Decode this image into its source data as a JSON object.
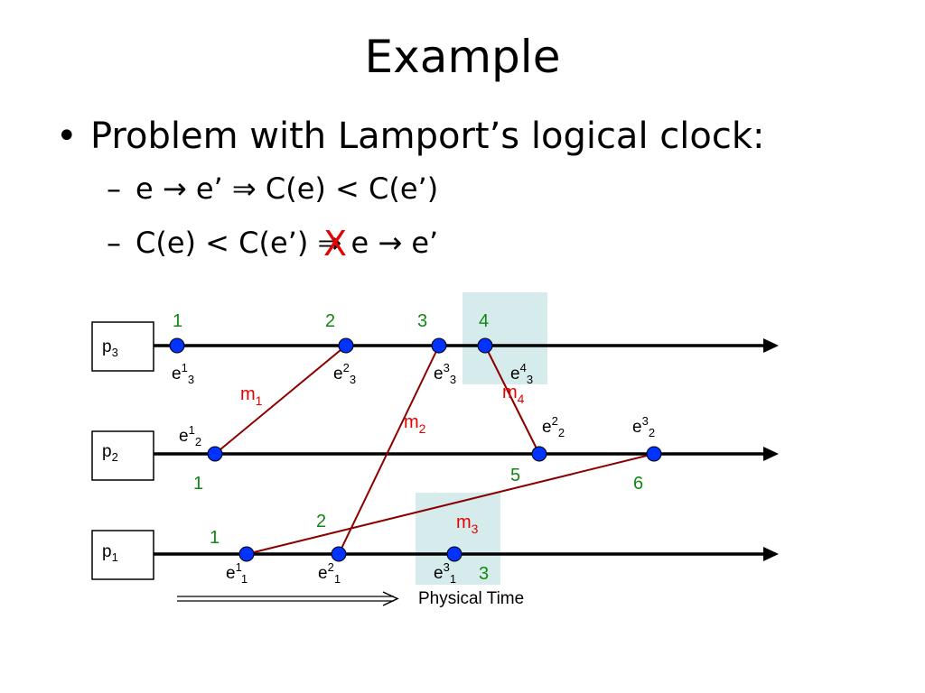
{
  "slide": {
    "title": "Example",
    "bullet": "Problem with Lamport’s logical clock:",
    "sub1": "e → e’ ⇒ C(e) < C(e’)",
    "sub2_left": "C(e) < C(e’) ⇒",
    "sub2_right": "e → e’",
    "sub2_mark": "X"
  },
  "diagram": {
    "processes": [
      {
        "id": "p3",
        "base": "p",
        "sub": "3"
      },
      {
        "id": "p2",
        "base": "p",
        "sub": "2"
      },
      {
        "id": "p1",
        "base": "p",
        "sub": "1"
      }
    ],
    "events": [
      {
        "id": "e13",
        "base": "e",
        "sup": "1",
        "sub": "3",
        "timestamp": "1"
      },
      {
        "id": "e23",
        "base": "e",
        "sup": "2",
        "sub": "3",
        "timestamp": "2"
      },
      {
        "id": "e33",
        "base": "e",
        "sup": "3",
        "sub": "3",
        "timestamp": "3"
      },
      {
        "id": "e43",
        "base": "e",
        "sup": "4",
        "sub": "3",
        "timestamp": "4"
      },
      {
        "id": "e12",
        "base": "e",
        "sup": "1",
        "sub": "2",
        "timestamp": "1"
      },
      {
        "id": "e22",
        "base": "e",
        "sup": "2",
        "sub": "2",
        "timestamp": "5"
      },
      {
        "id": "e32",
        "base": "e",
        "sup": "3",
        "sub": "2",
        "timestamp": "6"
      },
      {
        "id": "e11",
        "base": "e",
        "sup": "1",
        "sub": "1",
        "timestamp": "1"
      },
      {
        "id": "e21",
        "base": "e",
        "sup": "2",
        "sub": "1",
        "timestamp": "2"
      },
      {
        "id": "e31",
        "base": "e",
        "sup": "3",
        "sub": "1",
        "timestamp": "3"
      }
    ],
    "messages": [
      {
        "id": "m1",
        "base": "m",
        "sub": "1",
        "from": "e12",
        "to": "e23"
      },
      {
        "id": "m2",
        "base": "m",
        "sub": "2",
        "from": "e21",
        "to": "e33"
      },
      {
        "id": "m3",
        "base": "m",
        "sub": "3",
        "from": "e11",
        "to": "e32"
      },
      {
        "id": "m4",
        "base": "m",
        "sub": "4",
        "from": "e43",
        "to": "e22"
      }
    ],
    "physical_time_label": "Physical Time",
    "colors": {
      "event": "#0033ff",
      "message": "#8b0000",
      "timestamp": "#118811",
      "message_label": "#e60000",
      "highlight": "#d6ebeb"
    }
  }
}
